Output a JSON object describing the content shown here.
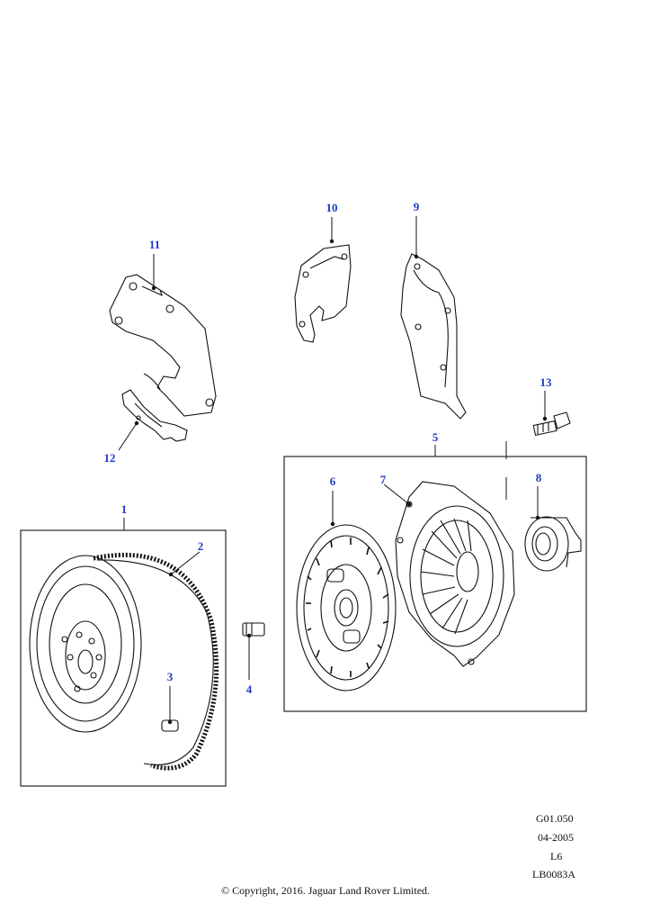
{
  "callouts": {
    "c1": "1",
    "c2": "2",
    "c3": "3",
    "c4": "4",
    "c5": "5",
    "c6": "6",
    "c7": "7",
    "c8": "8",
    "c9": "9",
    "c10": "10",
    "c11": "11",
    "c12": "12",
    "c13": "13"
  },
  "reference": {
    "code": "G01.050",
    "date": "04-2005",
    "engine": "L6",
    "illustration": "LB0083A"
  },
  "copyright": "© Copyright, 2016. Jaguar Land Rover Limited.",
  "colors": {
    "callout": "#1a3bc9",
    "line": "#111111"
  }
}
